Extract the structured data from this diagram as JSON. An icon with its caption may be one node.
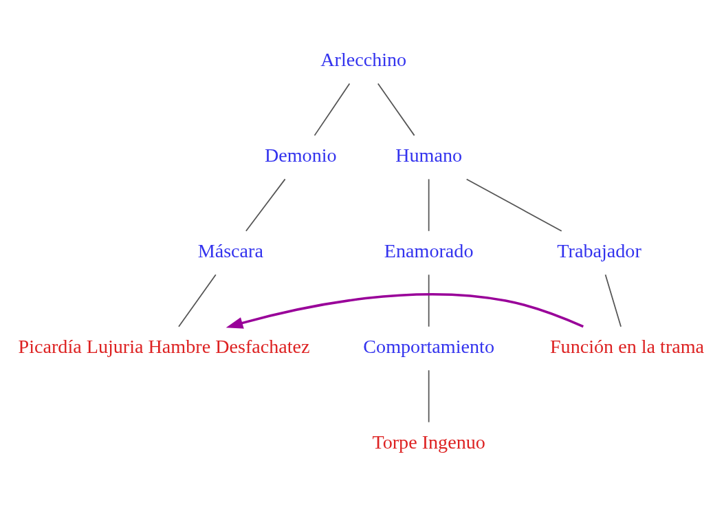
{
  "diagram": {
    "nodes": [
      {
        "text": [
          "Arlecchino"
        ]
      },
      {
        "text": [
          "Demonio"
        ]
      },
      {
        "text": [
          "Humano"
        ]
      },
      {
        "text": [
          "Máscara"
        ]
      },
      {
        "text": [
          "Enamorado"
        ]
      },
      {
        "text": [
          "Trabajador"
        ]
      },
      {
        "text": [
          "Picardía Lujuria Hambre Desfachatez"
        ]
      },
      {
        "text": [
          "Comportamiento"
        ]
      },
      {
        "text": [
          "Función en la trama"
        ]
      },
      {
        "text": [
          "Torpe Ingenuo"
        ]
      }
    ],
    "edges": [
      {
        "from": 0,
        "to": 1,
        "arrow": "none"
      },
      {
        "from": 0,
        "to": 2,
        "arrow": "none"
      },
      {
        "from": 1,
        "to": 3,
        "arrow": "none"
      },
      {
        "from": 2,
        "to": 4,
        "arrow": "none"
      },
      {
        "from": 2,
        "to": 5,
        "arrow": "none"
      },
      {
        "from": 3,
        "to": 6,
        "arrow": "none"
      },
      {
        "from": 4,
        "to": 7,
        "arrow": "none"
      },
      {
        "from": 5,
        "to": 8,
        "arrow": "none"
      },
      {
        "from": 7,
        "to": 9,
        "arrow": "none"
      },
      {
        "from": 8,
        "to": 6,
        "arrow": "to",
        "color": "#990099",
        "style": "thick"
      }
    ]
  }
}
